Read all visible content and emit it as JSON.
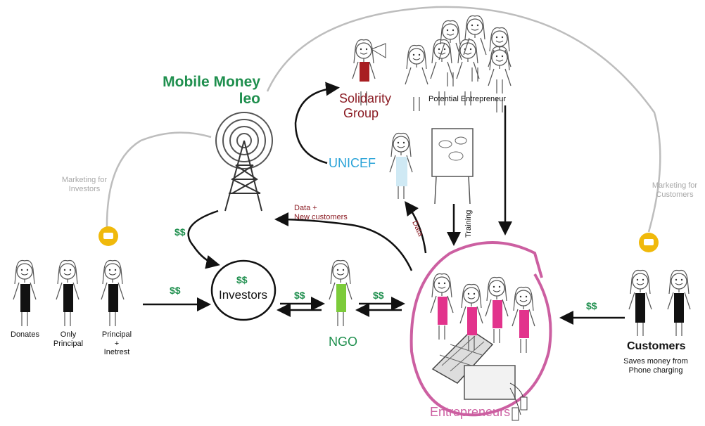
{
  "labels": {
    "mobile_money_line1": "Mobile Money",
    "mobile_money_line2": "leo",
    "solidarity_line1": "Solidarity",
    "solidarity_line2": "Group",
    "potential_entrepreneur": "Potential Entrepreneur",
    "unicef": "UNICEF",
    "marketing_investors_line1": "Marketing for",
    "marketing_investors_line2": "Investors",
    "marketing_customers_line1": "Marketing for",
    "marketing_customers_line2": "Customers",
    "data_new_customers_line1": "Data +",
    "data_new_customers_line2": "New customers",
    "data": "Data",
    "training": "Training",
    "investors": "Investors",
    "investors_money": "$$",
    "money_tower": "$$",
    "money_funders": "$$",
    "money_ngo": "$$",
    "money_entrepreneurs": "$$",
    "money_customers": "$$",
    "ngo": "NGO",
    "entrepreneurs": "Entrepreneurs",
    "donates": "Donates",
    "only_principal_line1": "Only",
    "only_principal_line2": "Principal",
    "principal_line1": "Principal",
    "principal_line2": "+",
    "principal_line3": "Inetrest",
    "customers": "Customers",
    "saves_line1": "Saves money from",
    "saves_line2": "Phone charging"
  },
  "colors": {
    "green": "#1f8f4e",
    "dark_red": "#8b1c24",
    "blue": "#2aa3d8",
    "pink": "#cc5fa1",
    "pink_shirt": "#e2338c",
    "yellow_bubble": "#f0b90b",
    "grey_arc": "#bdbdbd"
  }
}
